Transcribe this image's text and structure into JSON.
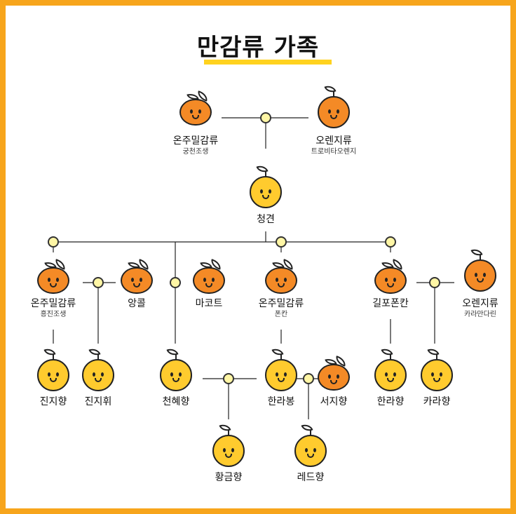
{
  "title": "만감류 가족",
  "colors": {
    "frame": "#F7A51C",
    "title_underline": "#FFD21F",
    "yellow_fruit": "#FFCB2E",
    "orange_fruit": "#F48A26",
    "joint": "#FFF6A5"
  },
  "nodes": {
    "onjumilgamryu_top": {
      "label": "온주밀감류",
      "sub": "궁천조생",
      "icon": "orange-mandarin-icon"
    },
    "orenjiryu_top": {
      "label": "오렌지류",
      "sub": "트로비타오렌지",
      "icon": "orange-icon"
    },
    "cheonggyeon": {
      "label": "청견",
      "icon": "yellow-citrus-icon"
    },
    "onjumilgamryu_left": {
      "label": "온주밀감류",
      "sub": "흥진조생",
      "icon": "orange-mandarin-icon"
    },
    "angkol": {
      "label": "앙콜",
      "icon": "orange-mandarin-icon"
    },
    "makot": {
      "label": "마코트",
      "icon": "orange-mandarin-icon"
    },
    "onjumilgamryu_mid": {
      "label": "온주밀감류",
      "sub": "폰칸",
      "icon": "orange-mandarin-icon"
    },
    "gilpoponkan": {
      "label": "길포폰칸",
      "icon": "orange-mandarin-icon"
    },
    "orenjiryu_right": {
      "label": "오렌지류",
      "sub": "카라만다린",
      "icon": "orange-icon"
    },
    "jinjihyang": {
      "label": "진지향",
      "icon": "yellow-citrus-icon"
    },
    "jinjihwi": {
      "label": "진지휘",
      "icon": "yellow-citrus-icon"
    },
    "cheonhyehyang": {
      "label": "천혜향",
      "icon": "yellow-citrus-icon"
    },
    "hallabong": {
      "label": "한라봉",
      "icon": "yellow-citrus-icon"
    },
    "seojihyang": {
      "label": "서지향",
      "icon": "orange-mandarin-icon"
    },
    "hallahyang": {
      "label": "한라향",
      "icon": "yellow-citrus-icon"
    },
    "karahyang": {
      "label": "카라향",
      "icon": "yellow-citrus-icon"
    },
    "hwanggeumhyang": {
      "label": "황금향",
      "icon": "yellow-citrus-icon"
    },
    "redhyang": {
      "label": "레드향",
      "icon": "yellow-citrus-icon"
    }
  }
}
